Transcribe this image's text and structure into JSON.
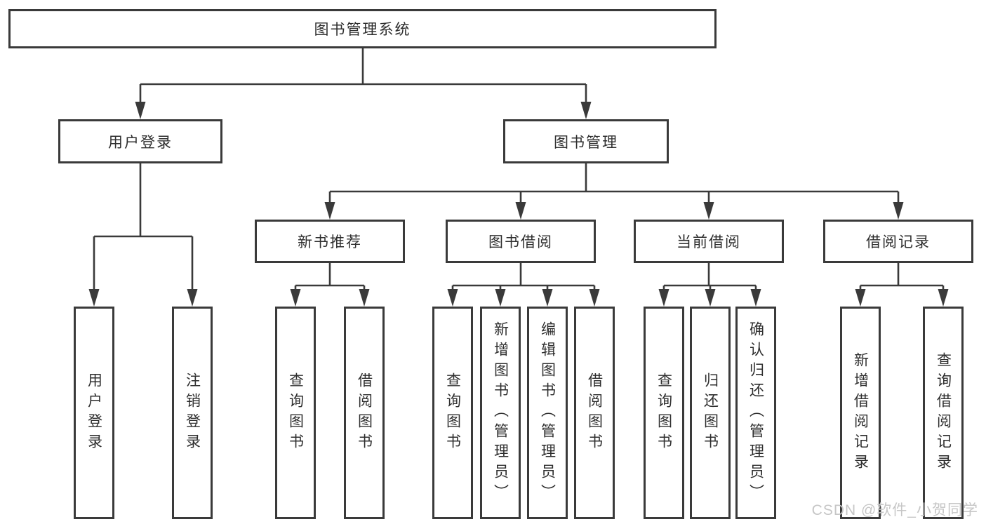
{
  "tree": {
    "label": "图书管理系统",
    "children": [
      {
        "label": "用户登录",
        "children": [
          {
            "label": "用户登录"
          },
          {
            "label": "注销登录"
          }
        ]
      },
      {
        "label": "图书管理",
        "children": [
          {
            "label": "新书推荐",
            "children": [
              {
                "label": "查询图书"
              },
              {
                "label": "借阅图书"
              }
            ]
          },
          {
            "label": "图书借阅",
            "children": [
              {
                "label": "查询图书"
              },
              {
                "label": "新增图书（管理员）"
              },
              {
                "label": "编辑图书（管理员）"
              },
              {
                "label": "借阅图书"
              }
            ]
          },
          {
            "label": "当前借阅",
            "children": [
              {
                "label": "查询图书"
              },
              {
                "label": "归还图书"
              },
              {
                "label": "确认归还（管理员）"
              }
            ]
          },
          {
            "label": "借阅记录",
            "children": [
              {
                "label": "新增借阅记录"
              },
              {
                "label": "查询借阅记录"
              }
            ]
          }
        ]
      }
    ]
  },
  "watermark": {
    "text": "CSDN @软件_小贺同学"
  },
  "colors": {
    "line": "#3a3a3a",
    "box_border": "#3a3a3a",
    "text": "#2e2e2e",
    "background": "#ffffff",
    "watermark": "#c6c6c6"
  }
}
